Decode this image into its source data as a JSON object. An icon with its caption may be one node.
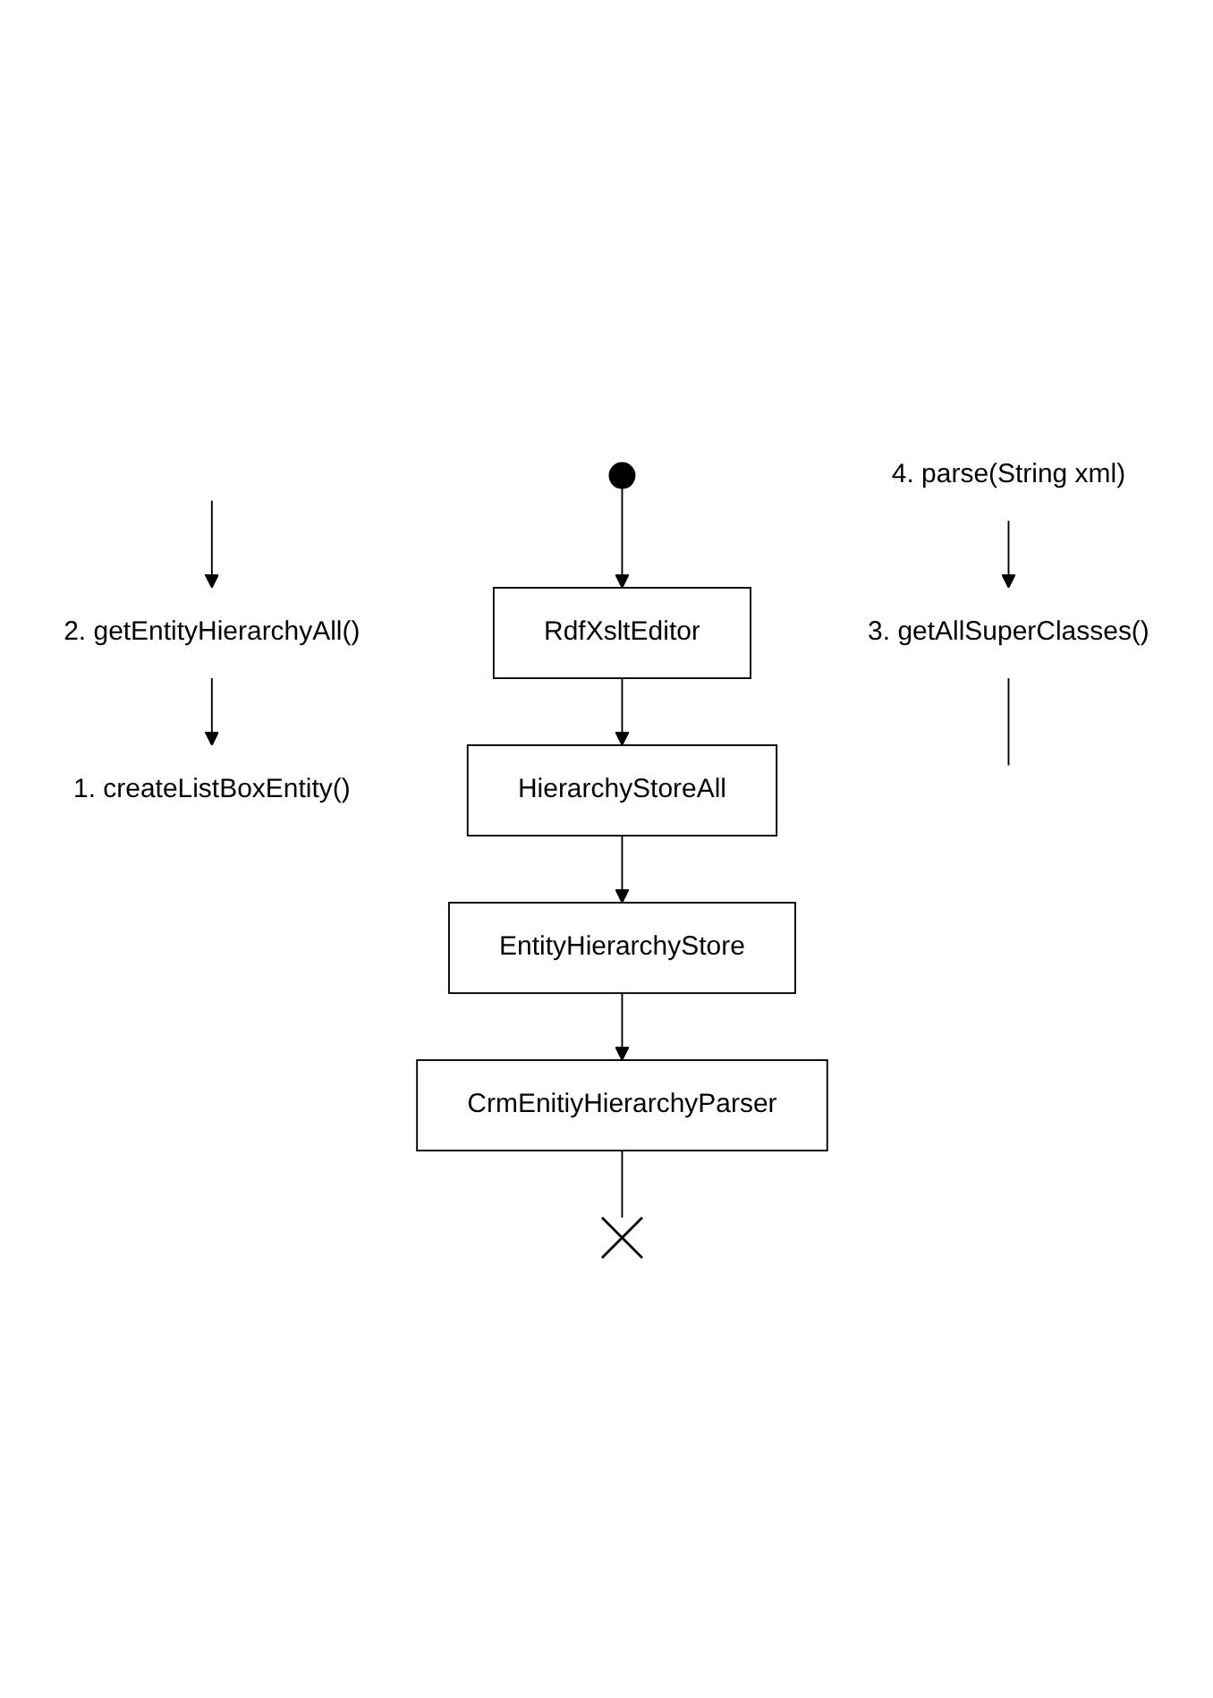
{
  "diagram": {
    "nodes": [
      {
        "text": [],
        "shape": "circle"
      },
      {
        "text": [
          "RdfXsltEditor"
        ]
      },
      {
        "text": [
          "1. createListBoxEntity()"
        ]
      },
      {
        "text": [
          "HierarchyStoreAll"
        ]
      },
      {
        "text": [
          "2. getEntityHierarchyAll()"
        ]
      },
      {
        "text": [
          "EntityHierarchyStore"
        ]
      },
      {
        "text": [
          "3. getAllSuperClasses()"
        ]
      },
      {
        "text": [
          "CrmEnitiyHierarchyParser"
        ]
      },
      {
        "text": [
          "4. parse(String xml)"
        ]
      },
      {
        "text": [],
        "shape": "cross"
      }
    ],
    "edges": [
      {
        "from": 0,
        "to": 1,
        "arrow": "to"
      },
      {
        "from": 1,
        "to": 3,
        "arrow": "to"
      },
      {
        "from": 3,
        "to": 5,
        "arrow": "to"
      },
      {
        "from": 5,
        "to": 7,
        "arrow": "to"
      },
      {
        "from": 7,
        "to": 9,
        "arrow": "none"
      },
      {
        "from": 4,
        "to": 2,
        "arrow": "to"
      },
      {
        "from": null,
        "to": 4,
        "arrow": "to"
      },
      {
        "from": 6,
        "to": null,
        "arrow": "none"
      },
      {
        "from": 8,
        "to": 6,
        "arrow": "to"
      }
    ]
  }
}
